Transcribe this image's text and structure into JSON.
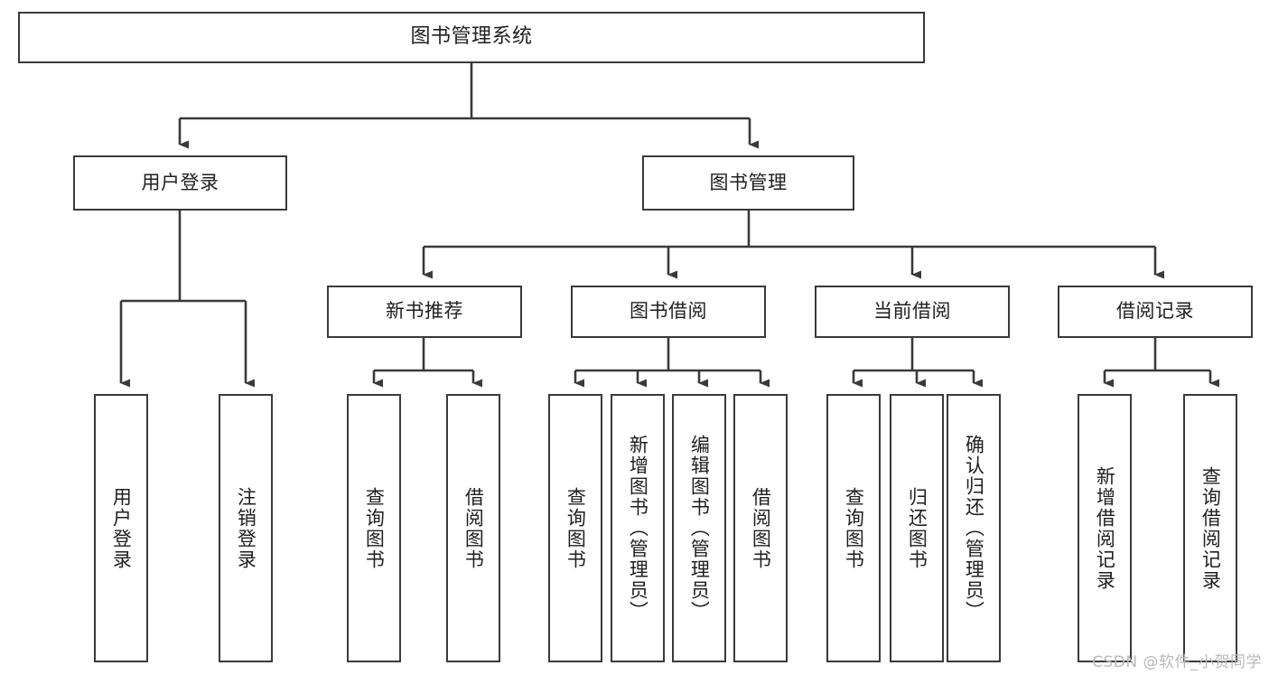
{
  "diagram": {
    "title": "图书管理系统",
    "type": "tree-hierarchy-diagram",
    "root": {
      "id": "root",
      "label": "图书管理系统"
    },
    "level2": [
      {
        "id": "user-login",
        "label": "用户登录"
      },
      {
        "id": "book-manage",
        "label": "图书管理"
      }
    ],
    "level3": [
      {
        "id": "new-book-recommend",
        "label": "新书推荐",
        "parent": "book-manage"
      },
      {
        "id": "book-borrow",
        "label": "图书借阅",
        "parent": "book-manage"
      },
      {
        "id": "current-borrow",
        "label": "当前借阅",
        "parent": "book-manage"
      },
      {
        "id": "borrow-record",
        "label": "借阅记录",
        "parent": "book-manage"
      }
    ],
    "leaves": [
      {
        "id": "leaf-user-login",
        "label": "用户登录",
        "parent": "user-login"
      },
      {
        "id": "leaf-user-logout",
        "label": "注销登录",
        "parent": "user-login"
      },
      {
        "id": "leaf-query-book-1",
        "label": "查询图书",
        "parent": "new-book-recommend"
      },
      {
        "id": "leaf-borrow-book-1",
        "label": "借阅图书",
        "parent": "new-book-recommend"
      },
      {
        "id": "leaf-query-book-2",
        "label": "查询图书",
        "parent": "book-borrow"
      },
      {
        "id": "leaf-add-book",
        "label": "新增图书（管理员）",
        "parent": "book-borrow"
      },
      {
        "id": "leaf-edit-book",
        "label": "编辑图书（管理员）",
        "parent": "book-borrow"
      },
      {
        "id": "leaf-borrow-book-2",
        "label": "借阅图书",
        "parent": "book-borrow"
      },
      {
        "id": "leaf-query-book-3",
        "label": "查询图书",
        "parent": "current-borrow"
      },
      {
        "id": "leaf-return-book",
        "label": "归还图书",
        "parent": "current-borrow"
      },
      {
        "id": "leaf-confirm-return",
        "label": "确认归还（管理员）",
        "parent": "current-borrow"
      },
      {
        "id": "leaf-add-record",
        "label": "新增借阅记录",
        "parent": "borrow-record"
      },
      {
        "id": "leaf-query-record",
        "label": "查询借阅记录",
        "parent": "borrow-record"
      }
    ],
    "colors": {
      "stroke": "#3a3a3a",
      "fill": "#ffffff",
      "text": "#1f1f1f",
      "watermark": "#b9b9b9"
    }
  },
  "watermark": {
    "text": "CSDN @软件_小贺同学"
  }
}
